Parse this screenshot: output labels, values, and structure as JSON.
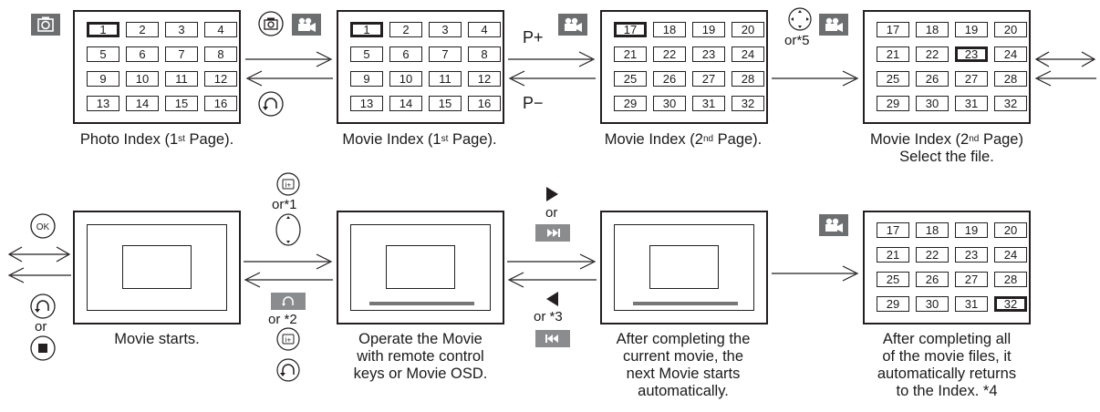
{
  "captions": {
    "photo_index": {
      "pre": "Photo Index (1",
      "sup": "st",
      "post": " Page)."
    },
    "movie_index_1": {
      "pre": "Movie Index (1",
      "sup": "st",
      "post": " Page)."
    },
    "movie_index_2": {
      "pre": "Movie Index (2",
      "sup": "nd",
      "post": " Page)."
    },
    "movie_index_2_select": {
      "pre": "Movie Index (2",
      "sup": "nd",
      "post": " Page)",
      "line2": "Select the file."
    },
    "movie_starts": "Movie starts.",
    "operate": [
      "Operate the Movie",
      "with remote control",
      "keys or Movie OSD."
    ],
    "after_current": [
      "After completing the",
      "current movie, the",
      "next Movie starts",
      "automatically."
    ],
    "after_all": [
      "After completing all",
      "of the movie files, it",
      "automatically returns",
      "to the Index. *4"
    ]
  },
  "grids": {
    "page1": [
      "1",
      "2",
      "3",
      "4",
      "5",
      "6",
      "7",
      "8",
      "9",
      "10",
      "11",
      "12",
      "13",
      "14",
      "15",
      "16"
    ],
    "page2": [
      "17",
      "18",
      "19",
      "20",
      "21",
      "22",
      "23",
      "24",
      "25",
      "26",
      "27",
      "28",
      "29",
      "30",
      "31",
      "32"
    ]
  },
  "selected": {
    "photo_index": "1",
    "movie_index_1": "1",
    "movie_index_2": "17",
    "select_file": "23",
    "after_all": "32"
  },
  "labels": {
    "p_plus": "P+",
    "p_minus": "P−",
    "or5": "or*5",
    "or1": "or*1",
    "or2": "or *2",
    "or3": "or *3",
    "or_play": "or",
    "or_left": "or",
    "ok": "OK"
  },
  "icons": [
    "camera-icon",
    "photo-button-icon",
    "movie-camera-icon",
    "return-icon",
    "cursor-pad-icon",
    "info-button-icon",
    "play-icon",
    "next-track-icon",
    "prev-track-icon",
    "rewind-icon",
    "stop-icon",
    "ok-button-icon"
  ],
  "colors": {
    "line": "#231f20",
    "icon_gray": "#6d6e70",
    "button_gray": "#8a8c8e"
  }
}
